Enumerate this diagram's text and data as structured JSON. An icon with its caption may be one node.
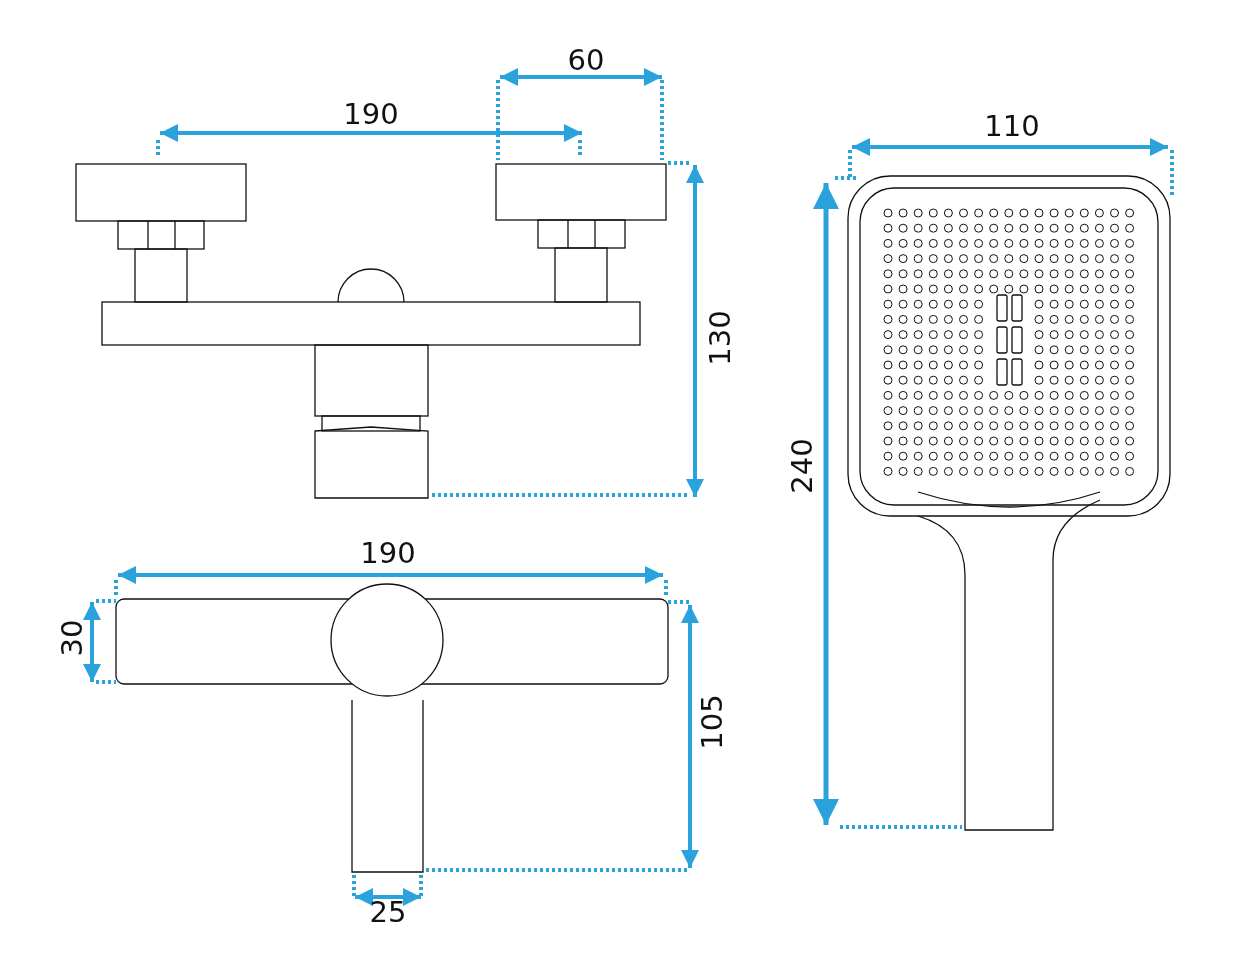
{
  "diagram": {
    "labels": [
      "60",
      "190",
      "110",
      "130",
      "240",
      "190",
      "30",
      "105",
      "25"
    ]
  }
}
